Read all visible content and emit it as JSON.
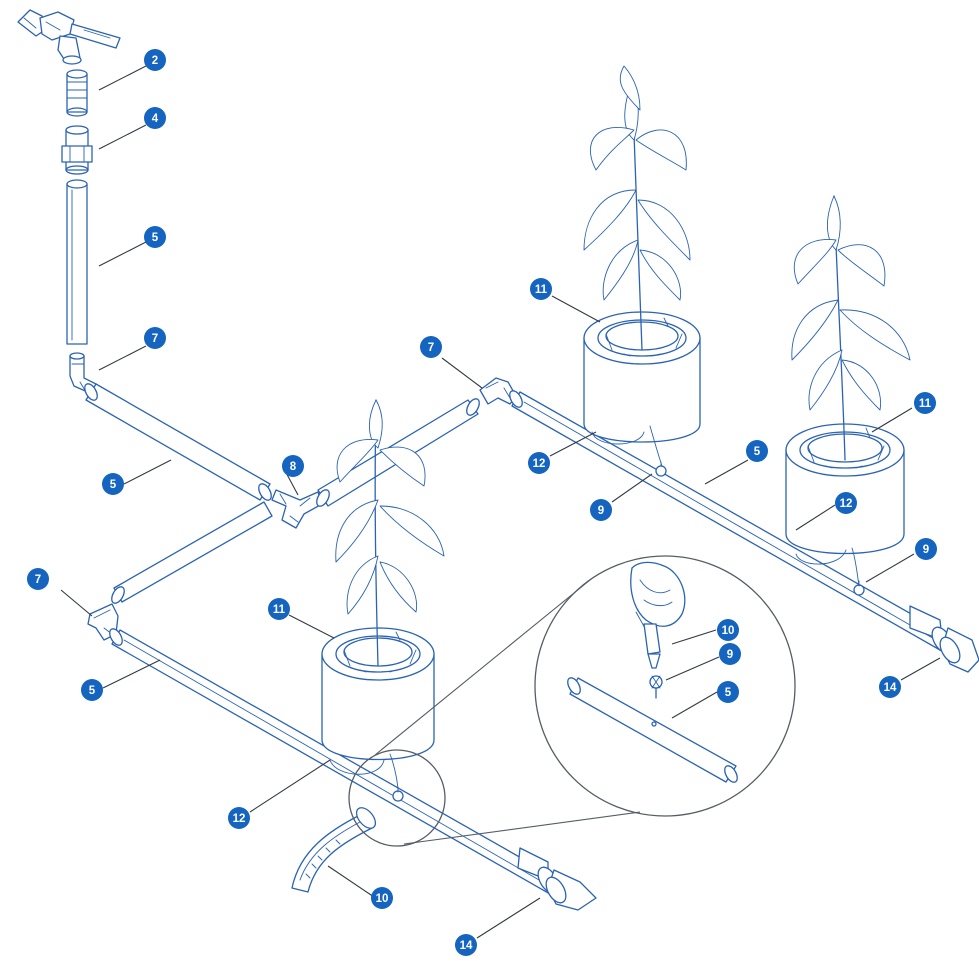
{
  "callouts": [
    {
      "label": "2"
    },
    {
      "label": "4"
    },
    {
      "label": "5"
    },
    {
      "label": "7"
    },
    {
      "label": "5"
    },
    {
      "label": "8"
    },
    {
      "label": "7"
    },
    {
      "label": "5"
    },
    {
      "label": "7"
    },
    {
      "label": "11"
    },
    {
      "label": "12"
    },
    {
      "label": "9"
    },
    {
      "label": "5"
    },
    {
      "label": "11"
    },
    {
      "label": "12"
    },
    {
      "label": "9"
    },
    {
      "label": "14"
    },
    {
      "label": "11"
    },
    {
      "label": "12"
    },
    {
      "label": "10"
    },
    {
      "label": "14"
    },
    {
      "label": "10"
    },
    {
      "label": "9"
    },
    {
      "label": "5"
    }
  ],
  "colors": {
    "line": "#2b63b3",
    "badge": "#1464c0",
    "leader": "#333a44"
  },
  "icons": [
    "faucet-icon",
    "pipe-icon",
    "elbow-fitting-icon",
    "tee-fitting-icon",
    "plant-icon",
    "pot-icon",
    "dripper-icon",
    "end-cap-icon",
    "hose-icon",
    "hand-icon",
    "magnifier-circle-icon"
  ]
}
